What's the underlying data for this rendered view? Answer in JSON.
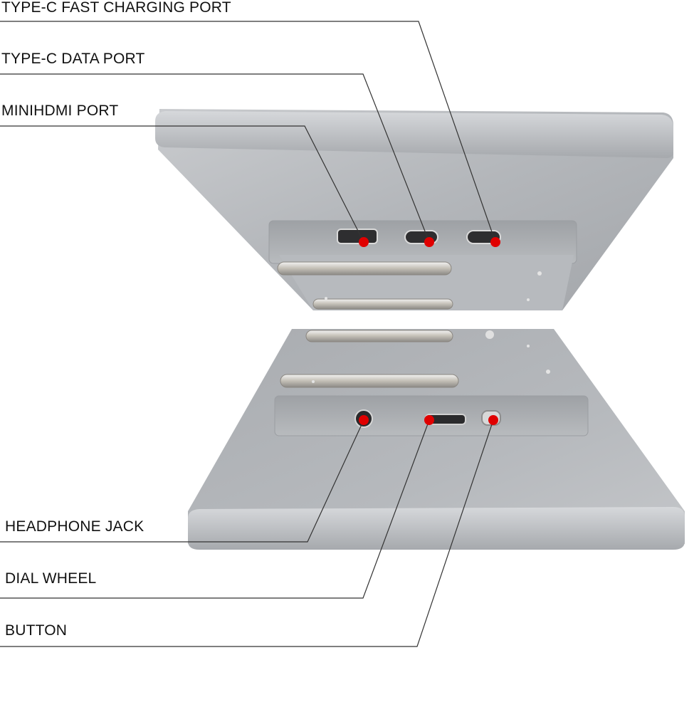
{
  "callouts": {
    "typec_fast": {
      "label": "TYPE-C FAST CHARGING PORT"
    },
    "typec_data": {
      "label": "TYPE-C DATA PORT"
    },
    "minihdmi": {
      "label": "MINIHDMI PORT"
    },
    "headphone": {
      "label": "HEADPHONE JACK"
    },
    "dial": {
      "label": "DIAL WHEEL"
    },
    "button": {
      "label": "BUTTON"
    }
  },
  "colors": {
    "marker": "#e00000",
    "line": "#333333",
    "aluminum": "#b9bcc0",
    "aluminum_dark": "#8f9296"
  }
}
